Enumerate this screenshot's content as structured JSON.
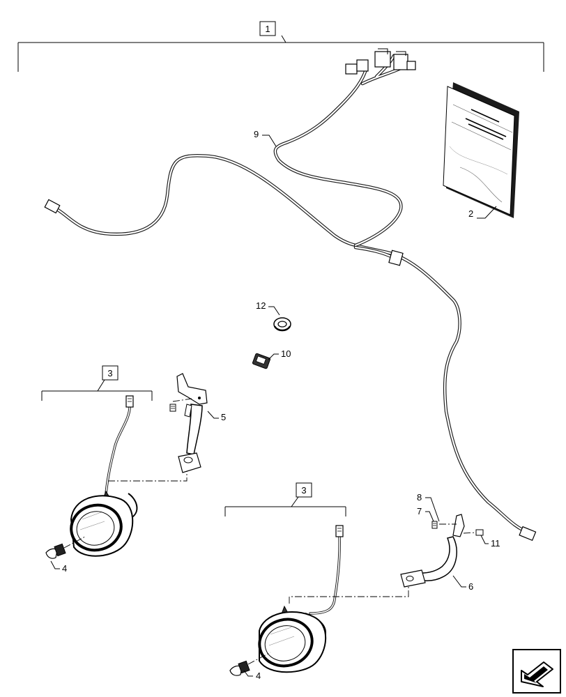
{
  "callouts": {
    "kit_1": "1",
    "sub_3_left": "3",
    "sub_3_right": "3",
    "item_2": "2",
    "item_4_left": "4",
    "item_4_right": "4",
    "item_5": "5",
    "item_6": "6",
    "item_7": "7",
    "item_8": "8",
    "item_9": "9",
    "item_10": "10",
    "item_11": "11",
    "item_12": "12"
  },
  "nav_icon": "arrow-return-icon"
}
